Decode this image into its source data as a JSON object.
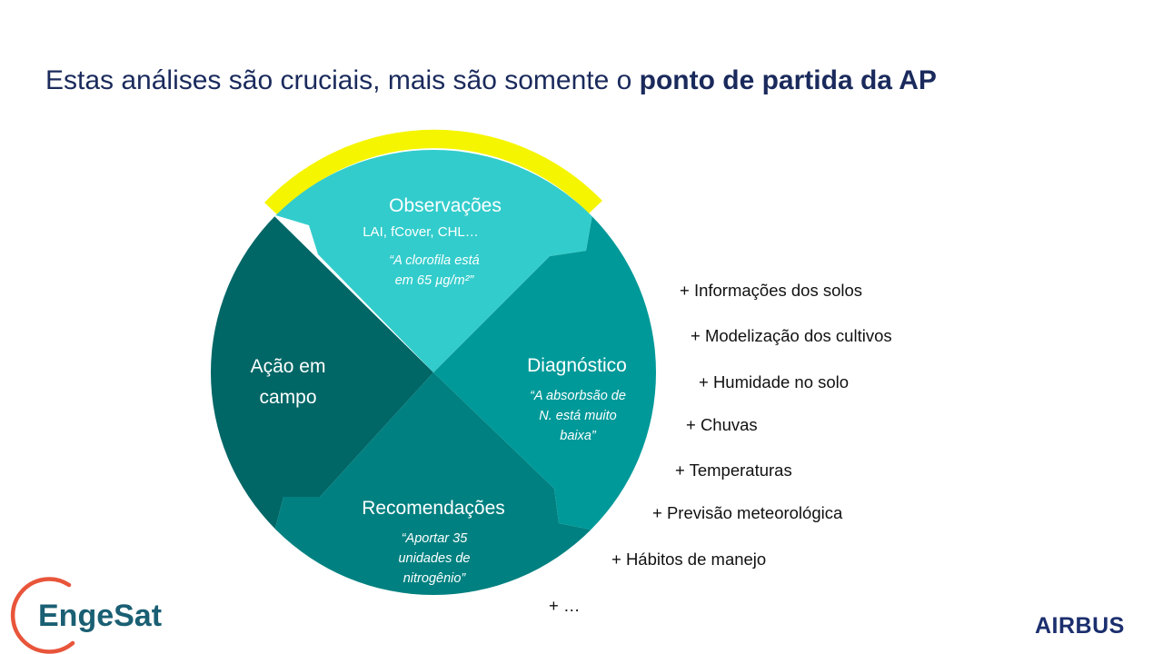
{
  "title": {
    "normal": "Estas análises são cruciais, mais são somente o",
    "bold": "ponto de partida da AP"
  },
  "diagram": {
    "observacoes": {
      "title": "Observações",
      "subtitle": "LAI, fCover, CHL…",
      "quote": [
        "“A clorofila está",
        "em 65 µg/m²”"
      ]
    },
    "diagnostico": {
      "title": "Diagnóstico",
      "quote": [
        "“A absorbsão de",
        "N. está muito",
        "baixa”"
      ]
    },
    "recomendacoes": {
      "title": "Recomendações",
      "quote": [
        "“Aportar 35",
        "unidades de",
        "nitrogênio”"
      ]
    },
    "acao": {
      "title": [
        "Ação em",
        "campo"
      ]
    },
    "colors": {
      "observacoes": "#33cccc",
      "diagnostico": "#009999",
      "recomendacoes": "#008080",
      "acao": "#006666",
      "highlight_arc": "#f5f500"
    }
  },
  "extras": [
    "+ Informações dos solos",
    "+ Modelização  dos cultivos",
    "+ Humidade  no solo",
    "+ Chuvas",
    "+ Temperaturas",
    "+ Previsão meteorológica",
    "+ Hábitos  de manejo",
    "+ …"
  ],
  "logos": {
    "engesat": "EngeSat",
    "airbus": "AIRBUS"
  }
}
